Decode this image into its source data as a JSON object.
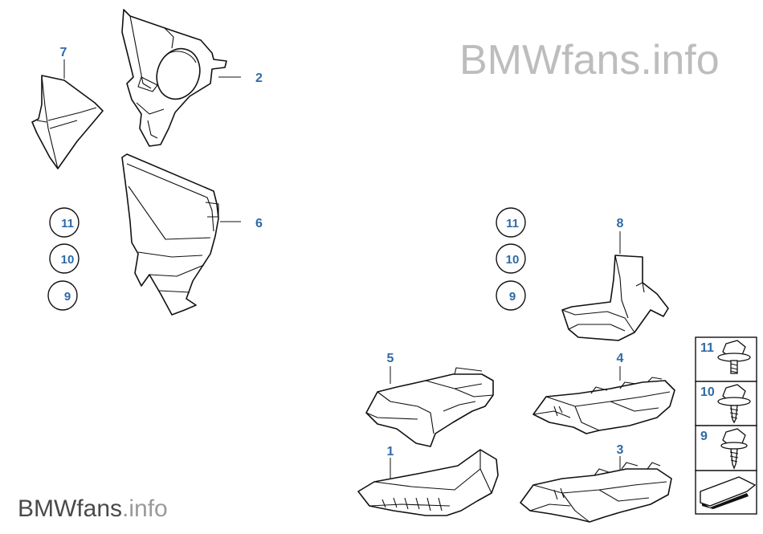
{
  "watermark_top": {
    "brand": "BMWfans",
    "suffix": ".info"
  },
  "watermark_bottom": {
    "brand": "BMWfans",
    "suffix": ".info"
  },
  "part_labels": {
    "p7": "7",
    "p2": "2",
    "p6": "6",
    "p8": "8",
    "p5": "5",
    "p4": "4",
    "p1": "1",
    "p3": "3"
  },
  "left_bubbles": [
    "11",
    "10",
    "9"
  ],
  "right_bubbles": [
    "11",
    "10",
    "9"
  ],
  "fastener_box": [
    "11",
    "10",
    "9"
  ]
}
